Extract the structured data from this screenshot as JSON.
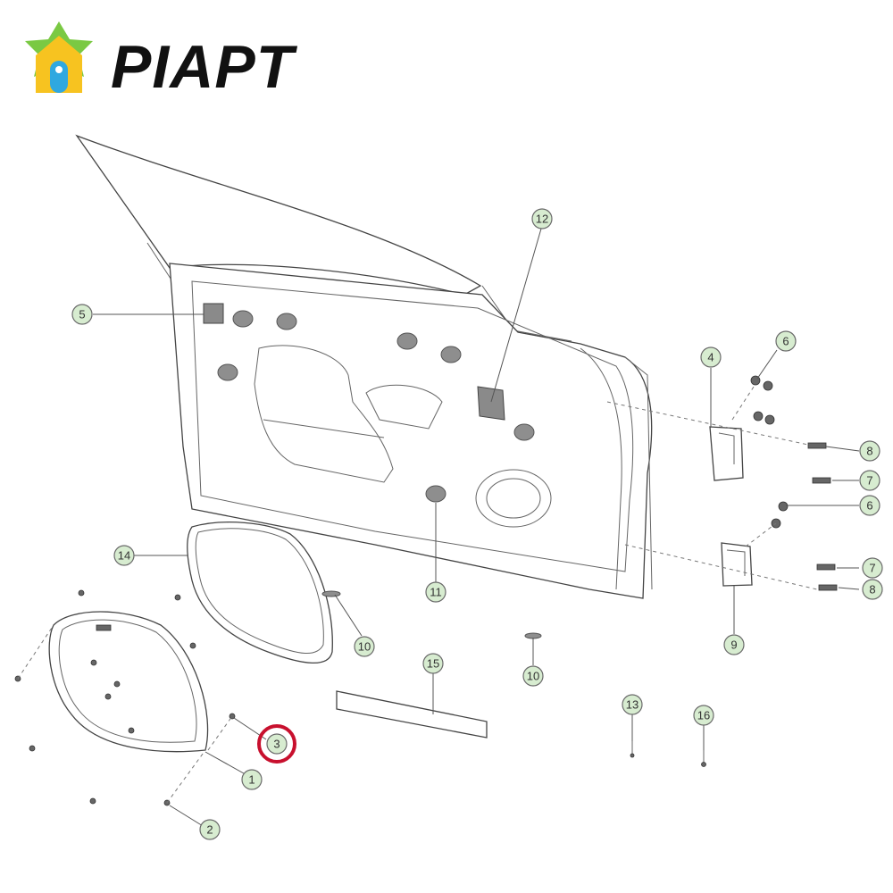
{
  "brand": {
    "name": "PIAPT",
    "colors": {
      "star": "#7ac943",
      "house": "#f7c320",
      "door": "#2fa8e0",
      "highlight": "#c8102e"
    }
  },
  "diagram": {
    "callouts": [
      {
        "id": "c1",
        "label": "1"
      },
      {
        "id": "c2",
        "label": "2"
      },
      {
        "id": "c3",
        "label": "3",
        "highlighted": true
      },
      {
        "id": "c4",
        "label": "4"
      },
      {
        "id": "c5",
        "label": "5"
      },
      {
        "id": "c6a",
        "label": "6"
      },
      {
        "id": "c6b",
        "label": "6"
      },
      {
        "id": "c7a",
        "label": "7"
      },
      {
        "id": "c7b",
        "label": "7"
      },
      {
        "id": "c8a",
        "label": "8"
      },
      {
        "id": "c8b",
        "label": "8"
      },
      {
        "id": "c9",
        "label": "9"
      },
      {
        "id": "c10a",
        "label": "10"
      },
      {
        "id": "c10b",
        "label": "10"
      },
      {
        "id": "c11",
        "label": "11"
      },
      {
        "id": "c12",
        "label": "12"
      },
      {
        "id": "c13",
        "label": "13"
      },
      {
        "id": "c14",
        "label": "14"
      },
      {
        "id": "c15",
        "label": "15"
      },
      {
        "id": "c16",
        "label": "16"
      }
    ]
  }
}
